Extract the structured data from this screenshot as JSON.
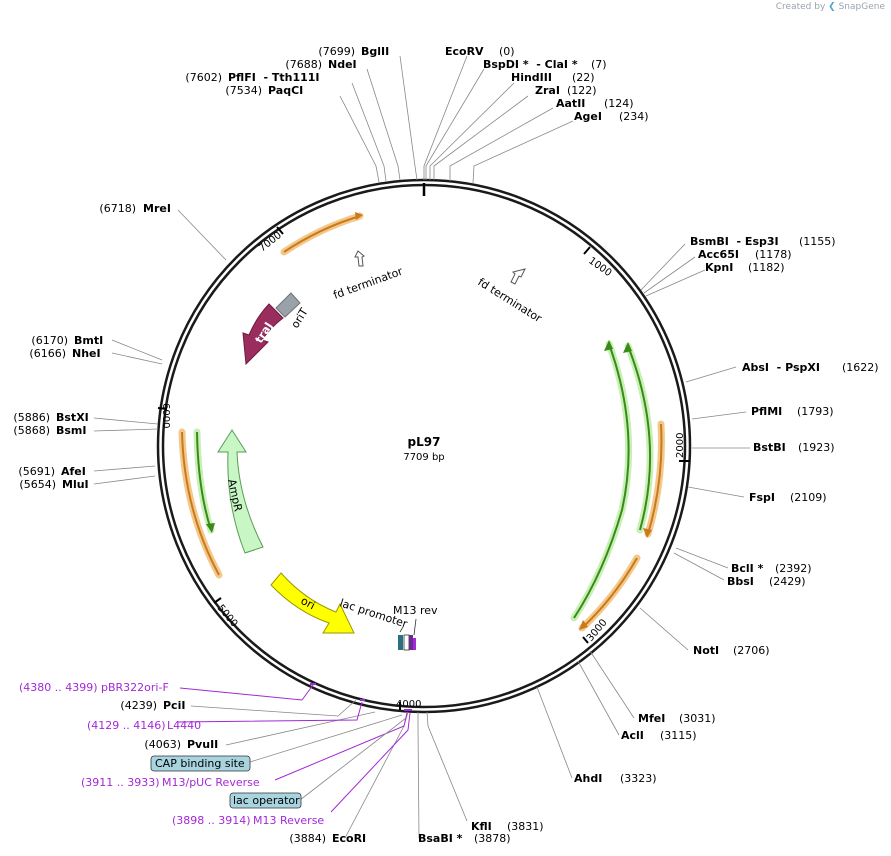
{
  "credit": {
    "prefix": "Created by",
    "brand": "SnapGene"
  },
  "plasmid": {
    "name": "pL97",
    "size_label": "7709 bp",
    "length": 7709
  },
  "colors": {
    "backbone": "#1a1a1a",
    "primer": "#a229d6",
    "green_feature": "#3a8a18",
    "orange_feature": "#c97a1c",
    "traJ": "#9b2c5e",
    "oriT": "#9aa1a8",
    "ampR": "#c8f7c5",
    "ori": "#ffff00",
    "site_box_fill": "#a8d4e0"
  },
  "ticks": [
    "1000",
    "2000",
    "3000",
    "4000",
    "5000",
    "6000",
    "7000"
  ],
  "sites": [
    {
      "name": "BglII",
      "pos": "(7699)"
    },
    {
      "name": "NdeI",
      "pos": "(7688)"
    },
    {
      "name": "PflFI  - Tth111I",
      "pos": "(7602)"
    },
    {
      "name": "PaqCI",
      "pos": "(7534)"
    },
    {
      "name": "EcoRV",
      "pos": "(0)"
    },
    {
      "name": "BspDI *  - ClaI *",
      "pos": "(7)"
    },
    {
      "name": "HindIII",
      "pos": "(22)"
    },
    {
      "name": "ZraI",
      "pos": "(122)"
    },
    {
      "name": "AatII",
      "pos": "(124)"
    },
    {
      "name": "AgeI",
      "pos": "(234)"
    },
    {
      "name": "MreI",
      "pos": "(6718)"
    },
    {
      "name": "BsmBI  - Esp3I",
      "pos": "(1155)"
    },
    {
      "name": "Acc65I",
      "pos": "(1178)"
    },
    {
      "name": "KpnI",
      "pos": "(1182)"
    },
    {
      "name": "BmtI",
      "pos": "(6170)"
    },
    {
      "name": "NheI",
      "pos": "(6166)"
    },
    {
      "name": "AbsI  - PspXI",
      "pos": "(1622)"
    },
    {
      "name": "BstXI",
      "pos": "(5886)"
    },
    {
      "name": "BsmI",
      "pos": "(5868)"
    },
    {
      "name": "PflMI",
      "pos": "(1793)"
    },
    {
      "name": "BstBI",
      "pos": "(1923)"
    },
    {
      "name": "AfeI",
      "pos": "(5691)"
    },
    {
      "name": "MluI",
      "pos": "(5654)"
    },
    {
      "name": "FspI",
      "pos": "(2109)"
    },
    {
      "name": "BclI *",
      "pos": "(2392)"
    },
    {
      "name": "BbsI",
      "pos": "(2429)"
    },
    {
      "name": "NotI",
      "pos": "(2706)"
    },
    {
      "name": "MfeI",
      "pos": "(3031)"
    },
    {
      "name": "AclI",
      "pos": "(3115)"
    },
    {
      "name": "AhdI",
      "pos": "(3323)"
    },
    {
      "name": "PciI",
      "pos": "(4239)"
    },
    {
      "name": "PvuII",
      "pos": "(4063)"
    },
    {
      "name": "EcoRI",
      "pos": "(3884)"
    },
    {
      "name": "BsaBI *",
      "pos": "(3878)"
    },
    {
      "name": "KflI",
      "pos": "(3831)"
    }
  ],
  "primers": [
    {
      "range": "(4380 .. 4399)",
      "name": "pBR322ori-F"
    },
    {
      "range": "(4129 .. 4146)",
      "name": "L4440"
    },
    {
      "range": "(3911 .. 3933)",
      "name": "M13/pUC Reverse"
    },
    {
      "range": "(3898 .. 3914)",
      "name": "M13 Reverse"
    }
  ],
  "boxed_labels": [
    "CAP binding site",
    "lac operator"
  ],
  "features": {
    "fd_terminator_left": "fd terminator",
    "fd_terminator_right": "fd terminator",
    "oriT": "oriT",
    "traJ": "traJ",
    "ampR": "AmpR",
    "ori": "ori",
    "lac_promoter": "lac promoter",
    "m13_rev": "M13 rev"
  }
}
